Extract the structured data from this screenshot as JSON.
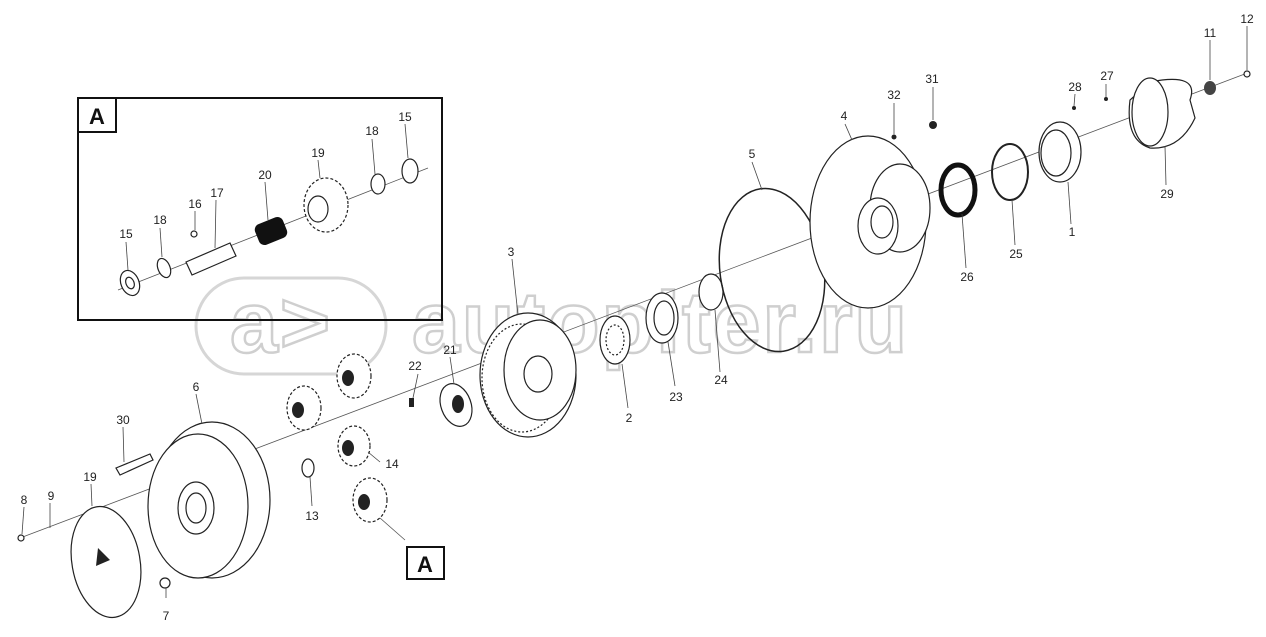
{
  "watermark": "autopiter.ru",
  "detail": {
    "label": "A"
  },
  "callouts": {
    "c1": "1",
    "c2": "2",
    "c3": "3",
    "c4": "4",
    "c5": "5",
    "c6": "6",
    "c7": "7",
    "c8": "8",
    "c9": "9",
    "c11": "11",
    "c12": "12",
    "c13": "13",
    "c14": "14",
    "c15a": "15",
    "c15b": "15",
    "c16": "16",
    "c17": "17",
    "c18a": "18",
    "c18b": "18",
    "c19a": "19",
    "c19b": "19",
    "c20": "20",
    "c21": "21",
    "c22": "22",
    "c23": "23",
    "c24": "24",
    "c25": "25",
    "c26": "26",
    "c27": "27",
    "c28": "28",
    "c29": "29",
    "c30": "30",
    "c31": "31",
    "c32": "32"
  }
}
